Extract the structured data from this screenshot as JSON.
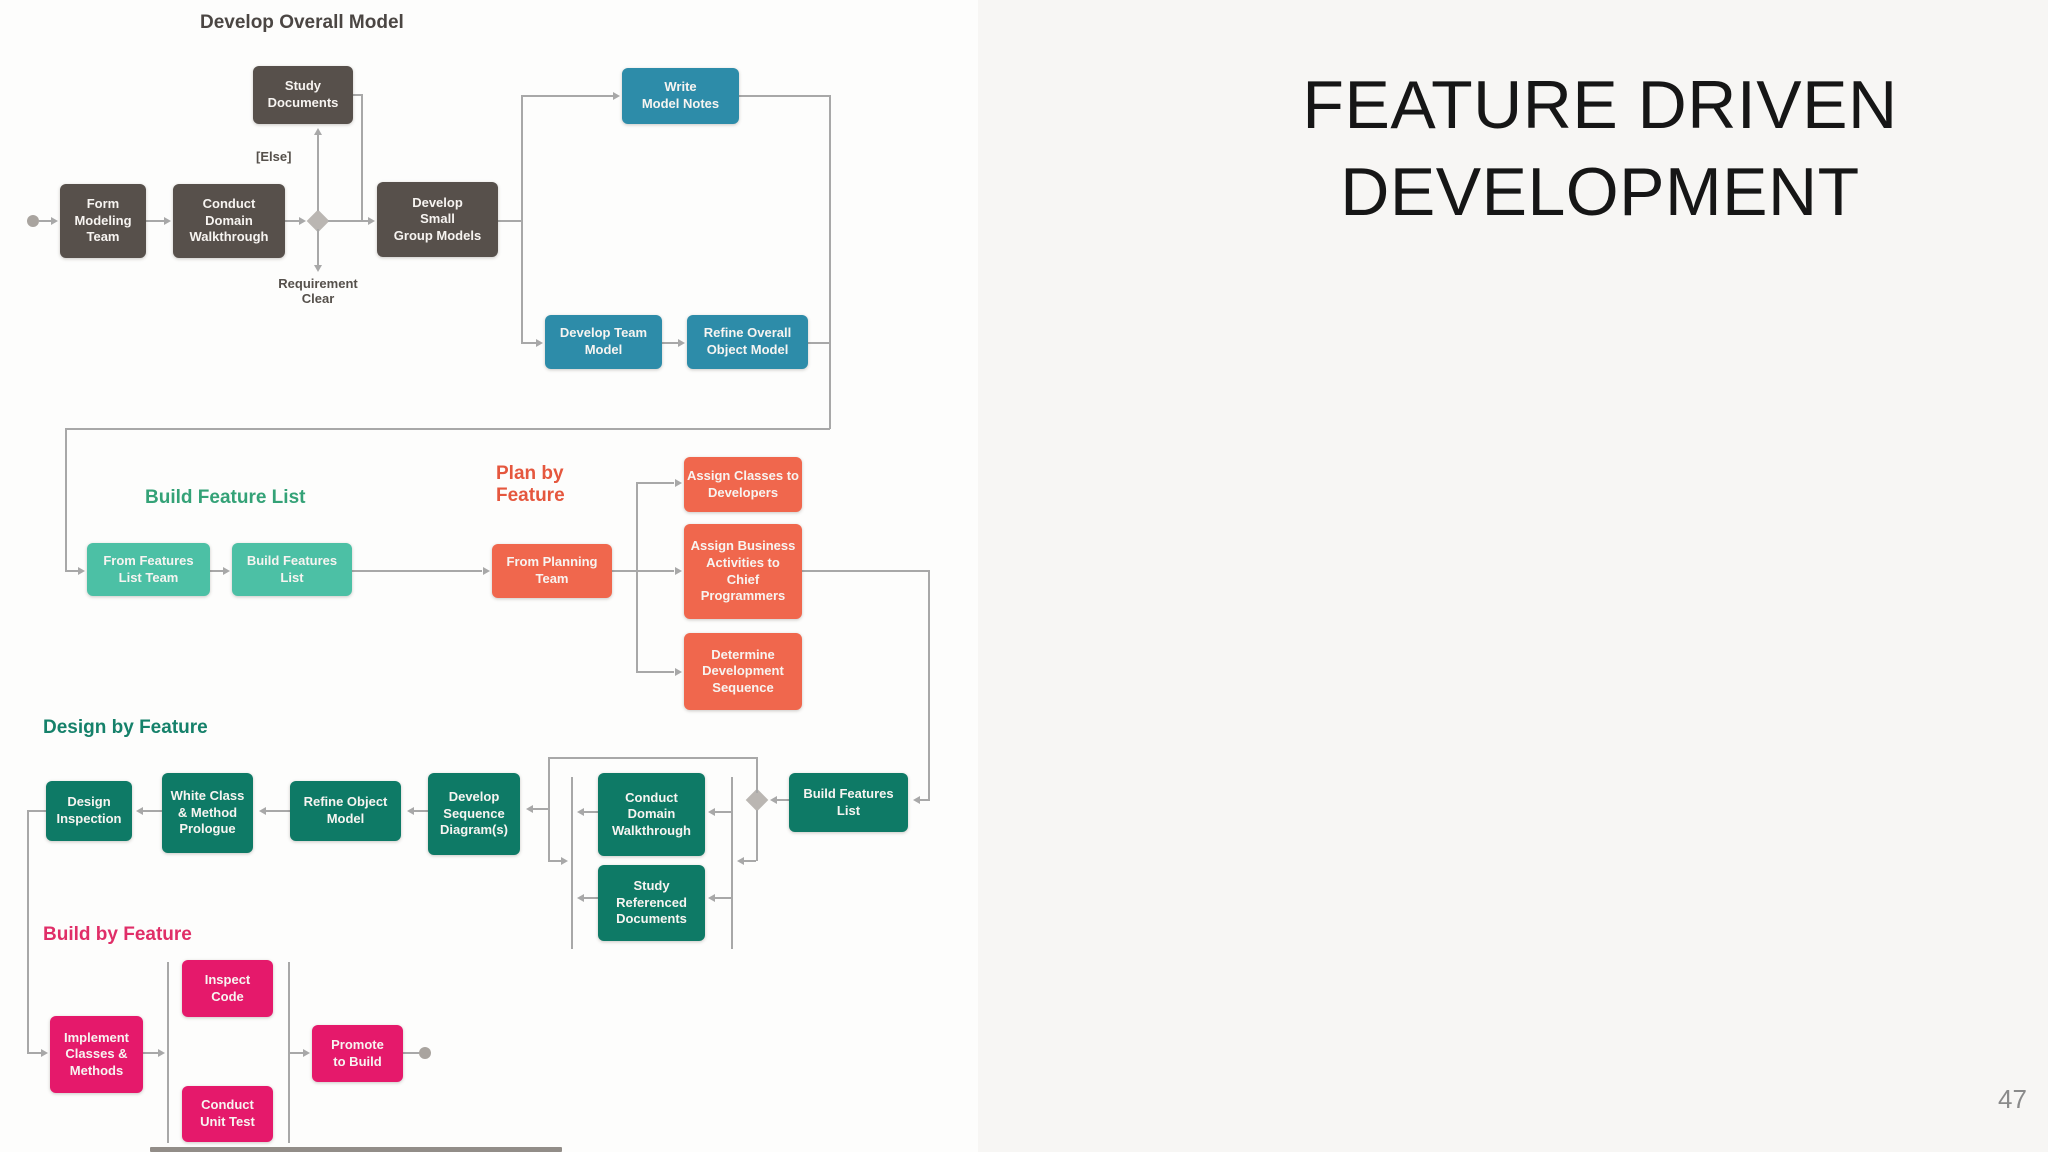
{
  "slide": {
    "title_line1": "FEATURE DRIVEN",
    "title_line2": "DEVELOPMENT",
    "page_number": "47"
  },
  "diagram": {
    "develop_overall_model": {
      "title": "Develop Overall Model",
      "nodes": {
        "form_modeling_team": "Form\nModeling\nTeam",
        "conduct_domain_walkthrough": "Conduct\nDomain\nWalkthrough",
        "study_documents": "Study\nDocuments",
        "develop_small_group_models": "Develop\nSmall\nGroup Models",
        "write_model_notes": "Write\nModel Notes",
        "develop_team_model": "Develop Team\nModel",
        "refine_overall_object_model": "Refine Overall\nObject Model"
      },
      "labels": {
        "else_branch": "[Else]",
        "requirement_clear": "Requirement\nClear"
      }
    },
    "build_feature_list": {
      "title": "Build Feature List",
      "nodes": {
        "from_features_list_team": "From Features\nList Team",
        "build_features_list": "Build Features\nList"
      }
    },
    "plan_by_feature": {
      "title": "Plan by\nFeature",
      "nodes": {
        "from_planning_team": "From Planning\nTeam",
        "assign_classes_to_developers": "Assign Classes to\nDevelopers",
        "assign_business_activities": "Assign Business\nActivities to\nChief\nProgrammers",
        "determine_development_sequence": "Determine\nDevelopment\nSequence"
      }
    },
    "design_by_feature": {
      "title": "Design by Feature",
      "nodes": {
        "design_inspection": "Design\nInspection",
        "white_class_method_prologue": "White Class\n& Method\nPrologue",
        "refine_object_model": "Refine Object\nModel",
        "develop_sequence_diagrams": "Develop\nSequence\nDiagram(s)",
        "conduct_domain_walkthrough": "Conduct\nDomain\nWalkthrough",
        "study_referenced_documents": "Study\nReferenced\nDocuments",
        "build_features_list": "Build Features\nList"
      }
    },
    "build_by_feature": {
      "title": "Build by Feature",
      "nodes": {
        "implement_classes_methods": "Implement\nClasses &\nMethods",
        "inspect_code": "Inspect\nCode",
        "conduct_unit_test": "Conduct\nUnit Test",
        "promote_to_build": "Promote\nto Build"
      }
    }
  },
  "colors": {
    "dark_box": "#57504b",
    "blue_box": "#2d8ca9",
    "mint_box": "#4cc0a5",
    "orange_box": "#f0674d",
    "teal_box": "#0e7a66",
    "pink_box": "#e5196b",
    "connector": "#a8a8a8",
    "diamond": "#bab6b2",
    "dot": "#a9a49f",
    "heading_dark": "#4b4643",
    "heading_green": "#34a277",
    "heading_orange": "#e5573e",
    "heading_teal": "#15816a",
    "heading_pink": "#e02e68",
    "title_text": "#161616",
    "page_number_text": "#8a8a8a"
  }
}
